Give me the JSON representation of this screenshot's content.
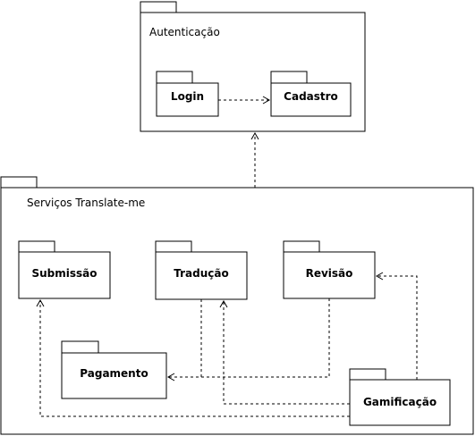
{
  "packages": {
    "autenticacao": {
      "label": "Autenticação"
    },
    "login": {
      "label": "Login"
    },
    "cadastro": {
      "label": "Cadastro"
    },
    "servicos": {
      "label": "Serviços Translate-me"
    },
    "submissao": {
      "label": "Submissão"
    },
    "traducao": {
      "label": "Tradução"
    },
    "revisao": {
      "label": "Revisão"
    },
    "pagamento": {
      "label": "Pagamento"
    },
    "gamificacao": {
      "label": "Gamificação"
    }
  },
  "dependencies": [
    {
      "from": "login",
      "to": "cadastro"
    },
    {
      "from": "servicos",
      "to": "autenticacao"
    },
    {
      "from": "traducao",
      "to": "pagamento"
    },
    {
      "from": "revisao",
      "to": "pagamento"
    },
    {
      "from": "gamificacao",
      "to": "submissao"
    },
    {
      "from": "gamificacao",
      "to": "traducao"
    },
    {
      "from": "gamificacao",
      "to": "revisao"
    }
  ]
}
